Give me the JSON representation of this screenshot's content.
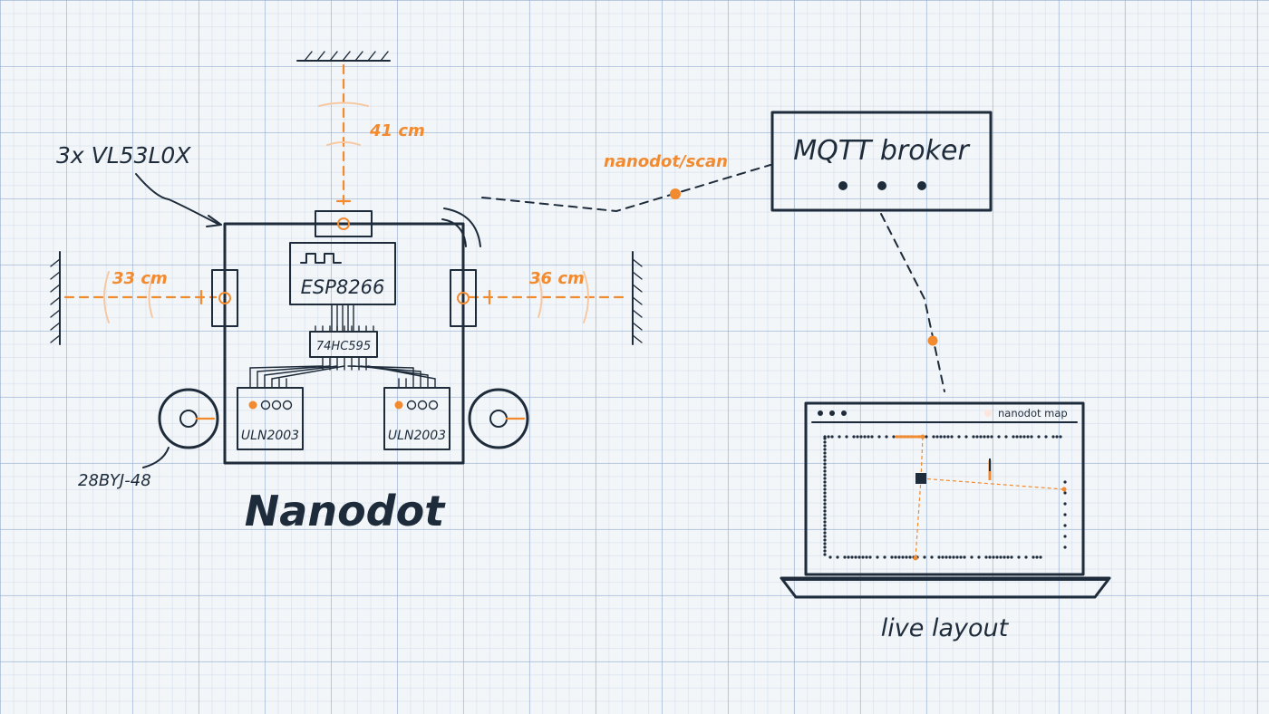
{
  "title": "Nanodot",
  "sensor_label": "3x VL53L0X",
  "motor_label": "28BYJ-48",
  "mcu_label": "ESP8266",
  "shift_register_label": "74HC595",
  "driver_labels": [
    "ULN2003",
    "ULN2003"
  ],
  "distances": {
    "front": "41 cm",
    "left": "33 cm",
    "right": "36 cm"
  },
  "topic_label": "nanodot/scan",
  "broker_label": "MQTT broker",
  "laptop": {
    "window_title": "nanodot map",
    "caption": "live layout"
  },
  "colors": {
    "ink": "#1e2b3a",
    "accent": "#f28a2f",
    "grid": "#96afd2",
    "background": "#f3f6f8"
  }
}
